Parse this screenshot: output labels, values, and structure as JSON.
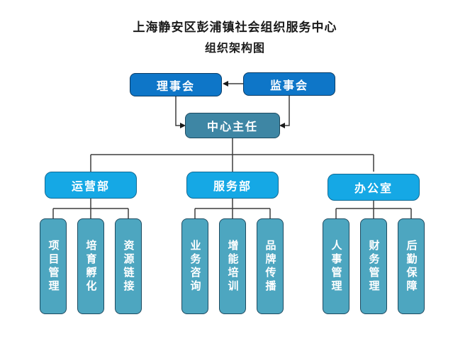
{
  "title": "上海静安区彭浦镇社会组织服务中心",
  "subtitle": "组织架构图",
  "org": {
    "board": "理事会",
    "supervisory": "监事会",
    "director": "中心主任",
    "departments": [
      {
        "name": "运营部",
        "teams": [
          "项目管理",
          "培育孵化",
          "资源链接"
        ]
      },
      {
        "name": "服务部",
        "teams": [
          "业务咨询",
          "增能培训",
          "品牌传播"
        ]
      },
      {
        "name": "办公室",
        "teams": [
          "人事管理",
          "财务管理",
          "后勤保障"
        ]
      }
    ]
  },
  "colors": {
    "top_box": "#0e76c8",
    "director_box": "#3e86a4",
    "department_box": "#15a8e5",
    "team_box": "#4da6c0",
    "connector_line": "#3d3d3d",
    "box_text": "#ffffff",
    "title_text": "#1a1a1a"
  }
}
